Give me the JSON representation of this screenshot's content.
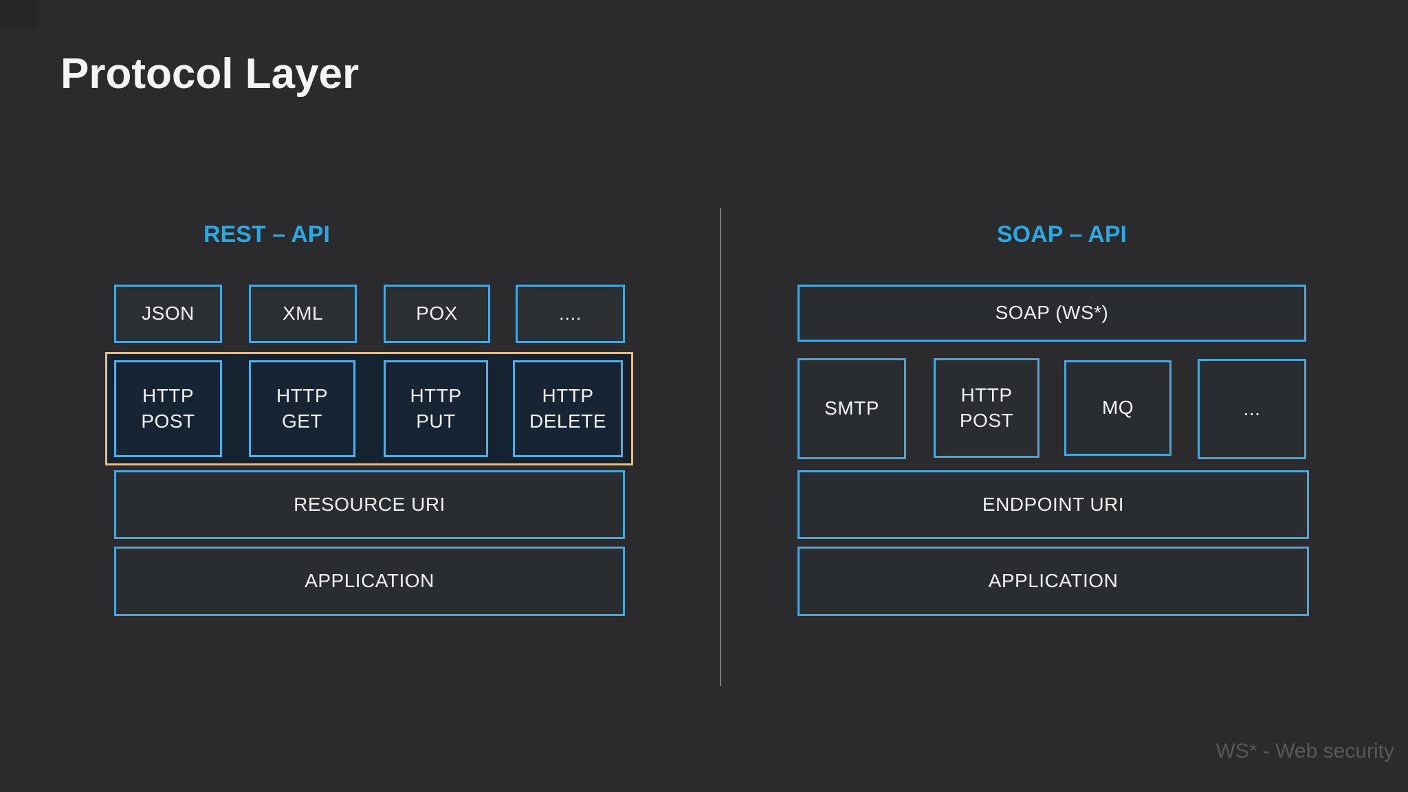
{
  "slide": {
    "title": "Protocol Layer",
    "footnote": "WS* - Web security"
  },
  "colors": {
    "background": "#2b2b2d",
    "header_blue": "#2ba8e1",
    "box_border_blue": "#45a7dc",
    "http_box_fill_navy": "#162433",
    "verb_group_border_tan": "#e3bd8c",
    "divider_gray": "#7a7b7d",
    "footnote_gray": "#56585c",
    "text_white": "#f0f0f0"
  },
  "rest": {
    "header": "REST – API",
    "formats": [
      "JSON",
      "XML",
      "POX",
      "...."
    ],
    "verbs": [
      "HTTP\nPOST",
      "HTTP\nGET",
      "HTTP\nPUT",
      "HTTP\nDELETE"
    ],
    "resource_uri": "RESOURCE URI",
    "application": "APPLICATION"
  },
  "soap": {
    "header": "SOAP – API",
    "protocol": "SOAP (WS*)",
    "transports": [
      "SMTP",
      "HTTP\nPOST",
      "MQ",
      "..."
    ],
    "endpoint_uri": "ENDPOINT URI",
    "application": "APPLICATION"
  }
}
